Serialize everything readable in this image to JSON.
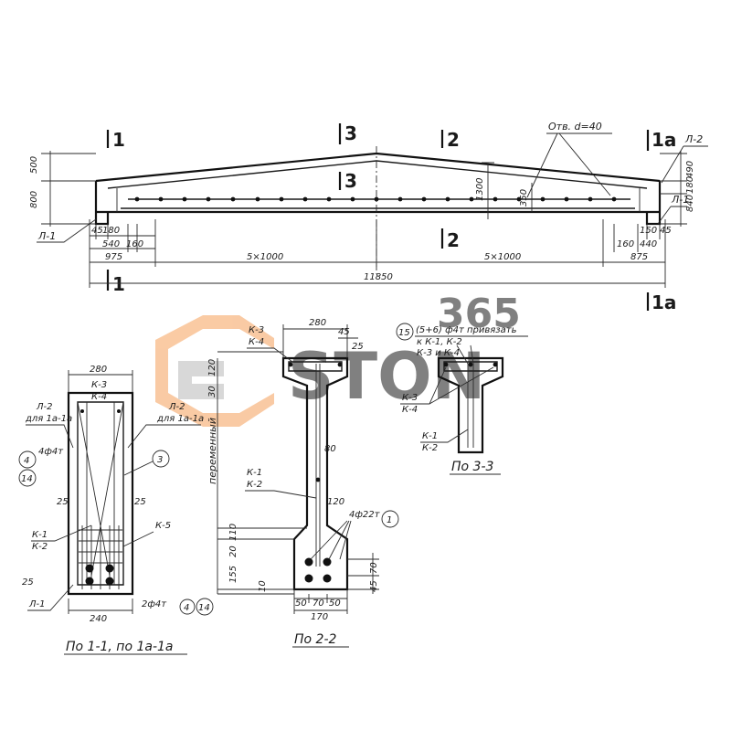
{
  "watermark": {
    "number": "365",
    "brand": "STON",
    "orange": "#f5a05a",
    "gray": "#9a9a9a"
  },
  "elevation": {
    "section_marks": [
      "1",
      "3",
      "2",
      "1a",
      "3",
      "2",
      "1",
      "1a"
    ],
    "holes_note": "Отв. d=40",
    "left_dims": [
      "500",
      "800"
    ],
    "center_dim": "1300",
    "inner_dim": "350",
    "right_dims": [
      "490",
      "180",
      "840"
    ],
    "callouts": [
      "Л-1",
      "Л-2",
      "Л-1"
    ],
    "bottom_left": [
      "45",
      "180",
      "540",
      "160",
      "975"
    ],
    "bottom_right": [
      "160",
      "150",
      "440",
      "45",
      "875"
    ],
    "spans": [
      "5×1000",
      "5×1000"
    ],
    "total": "11850"
  },
  "section11": {
    "caption": "По 1-1, по 1а-1а",
    "top": "280",
    "bottom": "240",
    "labels": [
      "К-3",
      "К-4",
      "Л-2",
      "для 1а-1а",
      "Л-2",
      "для 1а-1а",
      "4ф4т",
      "25",
      "25",
      "К-1",
      "К-2",
      "К-5",
      "25",
      "Л-1",
      "2ф4т"
    ],
    "circles": [
      "4",
      "14",
      "3",
      "4",
      "14"
    ]
  },
  "section22": {
    "caption": "По 2-2",
    "labels": [
      "К-3",
      "К-4",
      "280",
      "45",
      "25",
      "120",
      "30",
      "80",
      "К-1",
      "К-2",
      "120",
      "4ф22т",
      "110",
      "20",
      "155",
      "10",
      "70",
      "45",
      "50",
      "70",
      "50",
      "170"
    ],
    "side": "переменный",
    "circle": "1"
  },
  "section33": {
    "caption": "По 3-3",
    "note": "(5+6) ф4т привязать",
    "sub1": "к К-1, К-2",
    "sub2": "К-3 и К-4",
    "labels": [
      "К-3",
      "К-4",
      "К-1",
      "К-2"
    ],
    "circle": "15"
  }
}
